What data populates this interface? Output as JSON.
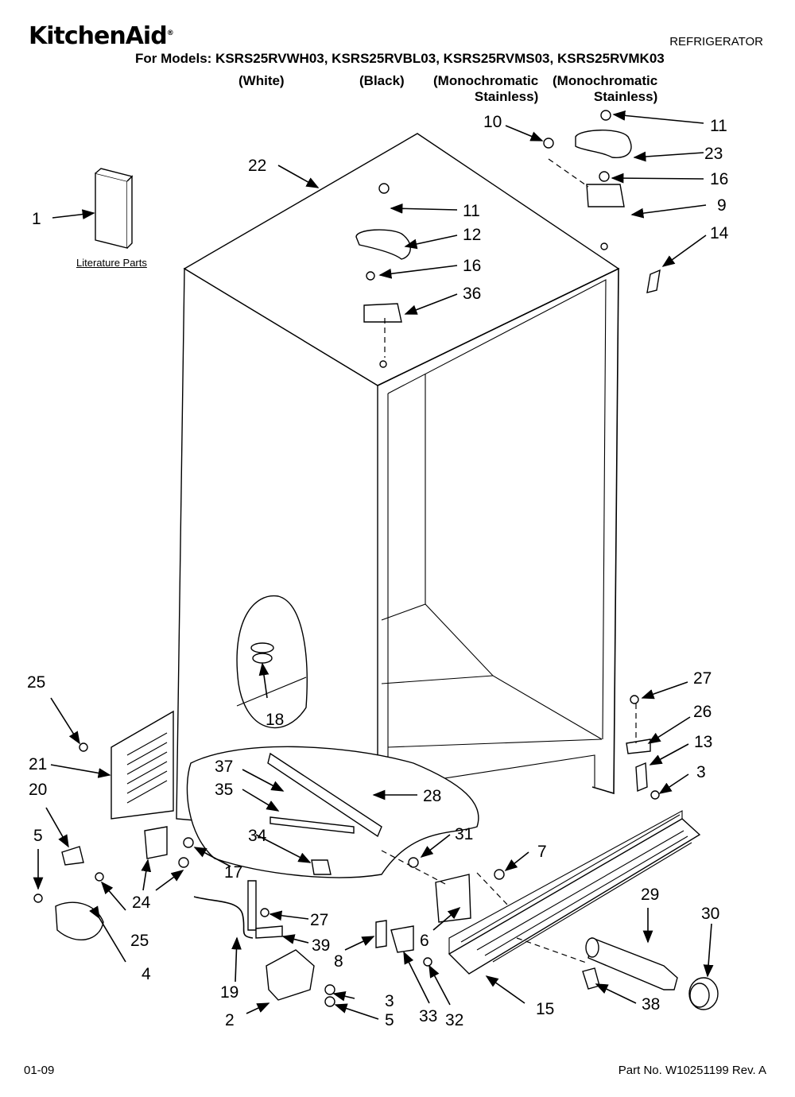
{
  "header": {
    "brand": "KitchenAid",
    "brand_mark": "®",
    "doc_type": "REFRIGERATOR",
    "models_line": "For Models: KSRS25RVWH03, KSRS25RVBL03, KSRS25RVMS03, KSRS25RVMK03",
    "variants": [
      {
        "line1": "(White)",
        "line2": ""
      },
      {
        "line1": "(Black)",
        "line2": ""
      },
      {
        "line1": "(Monochromatic",
        "line2": "Stainless)"
      },
      {
        "line1": "(Monochromatic",
        "line2": "Stainless)"
      }
    ]
  },
  "literature_label": "Literature Parts",
  "callouts": [
    "1",
    "2",
    "3",
    "3",
    "4",
    "5",
    "5",
    "6",
    "7",
    "8",
    "9",
    "10",
    "11",
    "11",
    "12",
    "13",
    "14",
    "15",
    "16",
    "16",
    "17",
    "18",
    "19",
    "20",
    "21",
    "22",
    "23",
    "24",
    "25",
    "25",
    "26",
    "27",
    "27",
    "28",
    "29",
    "30",
    "31",
    "32",
    "33",
    "34",
    "35",
    "36",
    "37",
    "38",
    "39"
  ],
  "footer": {
    "date": "01-09",
    "part_number": "Part No. W10251199 Rev. A"
  }
}
